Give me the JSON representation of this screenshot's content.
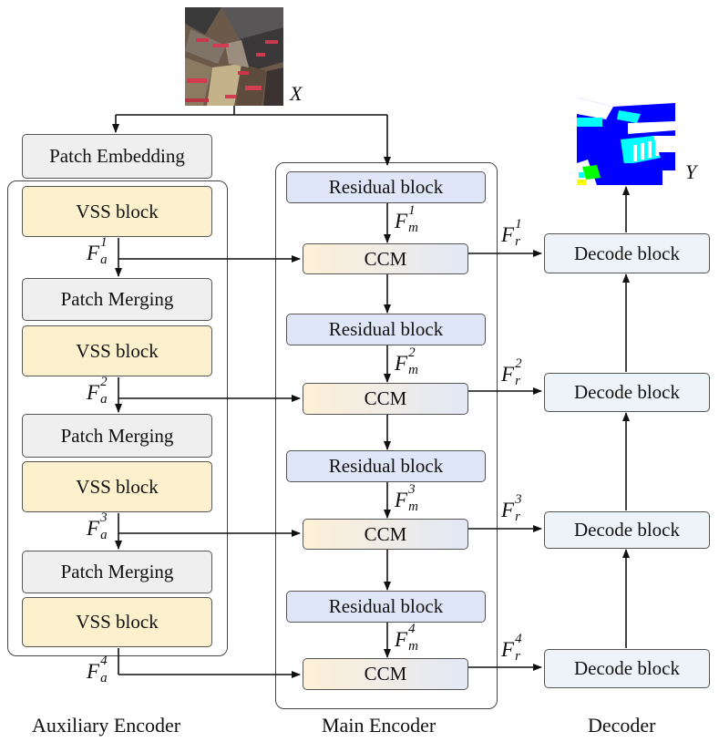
{
  "title": "",
  "nodes": {
    "patch_embedding": "Patch Embedding",
    "vss_block": "VSS block",
    "patch_merging": "Patch Merging",
    "residual_block": "Residual block",
    "ccm": "CCM",
    "decode_block": "Decode block"
  },
  "variables": {
    "input": "X",
    "output": "Y",
    "aux_features": [
      {
        "base": "F",
        "sup": "1",
        "sub": "a"
      },
      {
        "base": "F",
        "sup": "2",
        "sub": "a"
      },
      {
        "base": "F",
        "sup": "3",
        "sub": "a"
      },
      {
        "base": "F",
        "sup": "4",
        "sub": "a"
      }
    ],
    "main_features": [
      {
        "base": "F",
        "sup": "1",
        "sub": "m"
      },
      {
        "base": "F",
        "sup": "2",
        "sub": "m"
      },
      {
        "base": "F",
        "sup": "3",
        "sub": "m"
      },
      {
        "base": "F",
        "sup": "4",
        "sub": "m"
      }
    ],
    "ccm_features": [
      {
        "base": "F",
        "sup": "1",
        "sub": "r"
      },
      {
        "base": "F",
        "sup": "2",
        "sub": "r"
      },
      {
        "base": "F",
        "sup": "3",
        "sub": "r"
      },
      {
        "base": "F",
        "sup": "4",
        "sub": "r"
      }
    ]
  },
  "group_labels": {
    "auxiliary": "Auxiliary Encoder",
    "main": "Main Encoder",
    "decoder": "Decoder"
  },
  "colors": {
    "gray": "#efefef",
    "vss": "#fdf0cc",
    "residual": "#dfe6f8",
    "decode": "#eef3fa",
    "seg_blue": "#0000ff",
    "seg_cyan": "#00ffff",
    "seg_white": "#ffffff",
    "seg_green": "#00ff00",
    "seg_yellow": "#ffff00"
  }
}
